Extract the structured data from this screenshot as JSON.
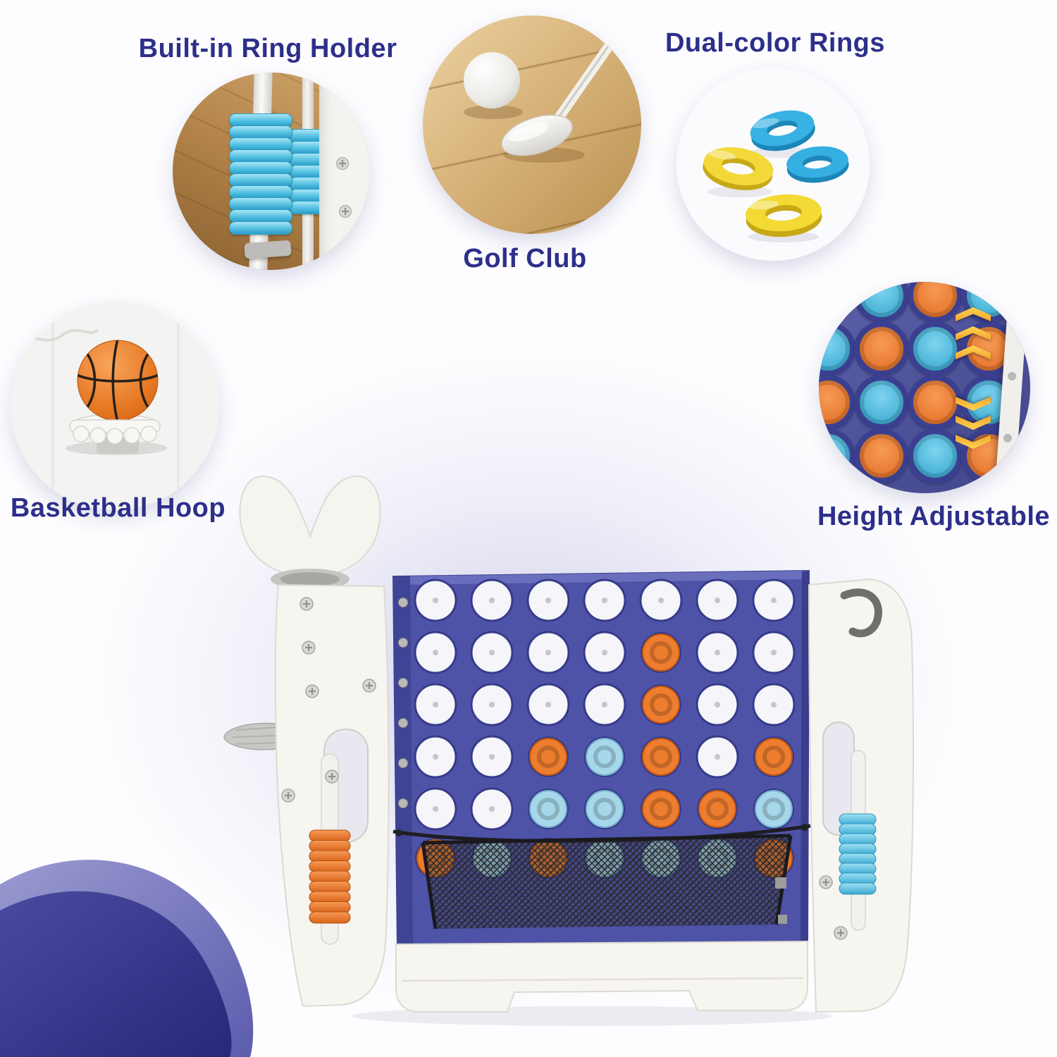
{
  "features": [
    {
      "id": "ring-holder",
      "label": "Built-in Ring Holder"
    },
    {
      "id": "golf-club",
      "label": "Golf Club"
    },
    {
      "id": "dual-color-rings",
      "label": "Dual-color Rings"
    },
    {
      "id": "basketball-hoop",
      "label": "Basketball Hoop"
    },
    {
      "id": "height-adjustable",
      "label": "Height Adjustable"
    }
  ],
  "product": {
    "board": {
      "columns": 7,
      "rows": 6,
      "cell_legend": {
        "e": "empty",
        "o": "orange disc",
        "b": "light blue disc"
      },
      "grid": [
        "eeeeeee",
        "eeeeoee",
        "eeeeoee",
        "eeoboeo",
        "eebboob",
        "obobbbo"
      ]
    }
  },
  "height_adjustable": {
    "grid": [
      "obob",
      "bobo",
      "obob",
      "bobo"
    ]
  },
  "colors": {
    "label_text": "#2d2f8a",
    "board_blue": "#4e53a8",
    "disc_orange": "#ed7d2f",
    "disc_light_blue": "#a6d7ea",
    "coil_orange": "#ee7d2f",
    "coil_blue": "#54c1e2",
    "ring_yellow": "#f2d633",
    "arrow_yellow": "#f4b942",
    "wave_purple": "#32328a"
  }
}
